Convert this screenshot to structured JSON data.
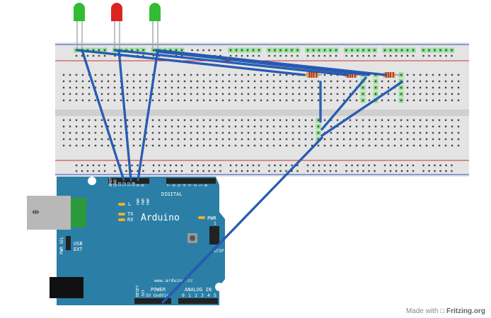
{
  "arduino": {
    "brand": "Arduino",
    "website": "www.arduino.cc",
    "digital_label": "DIGITAL",
    "digital_pins": [
      "AREF",
      "GND",
      "13",
      "12",
      "11",
      "10",
      "9",
      "8",
      "7",
      "6",
      "5",
      "4",
      "3",
      "2",
      "1",
      "0"
    ],
    "tx_rx": [
      "TX",
      "RX"
    ],
    "pwm_labels": [
      "PWM",
      "PWM",
      "PWM",
      "PWM",
      "PWM",
      "PWM"
    ],
    "led_labels": {
      "l": "L",
      "tx": "TX",
      "rx": "RX",
      "pwr": "PWR"
    },
    "power_label": "POWER",
    "power_pins": [
      "RESET",
      "3V3",
      "5V",
      "Gnd",
      "Vin"
    ],
    "analog_label": "ANALOG IN",
    "analog_pins": [
      "0",
      "1",
      "2",
      "3",
      "4",
      "5"
    ],
    "pwr_sel": "PWR SEL",
    "usb": "USB",
    "ext": "EXT",
    "icsp": "ICSP",
    "icsp_pin": "1"
  },
  "leds": [
    {
      "color": "#33bb33"
    },
    {
      "color": "#dd2222"
    },
    {
      "color": "#33bb33"
    }
  ],
  "colors": {
    "board": "#2b7ea6",
    "wire": "#2a62c0",
    "breadboard": "#e4e4e4",
    "rail_red": "#d03030",
    "rail_blue": "#3050c0",
    "connected": "#8fe08f"
  },
  "credit": {
    "made_with": "Made with",
    "brand": "Fritzing.org"
  }
}
